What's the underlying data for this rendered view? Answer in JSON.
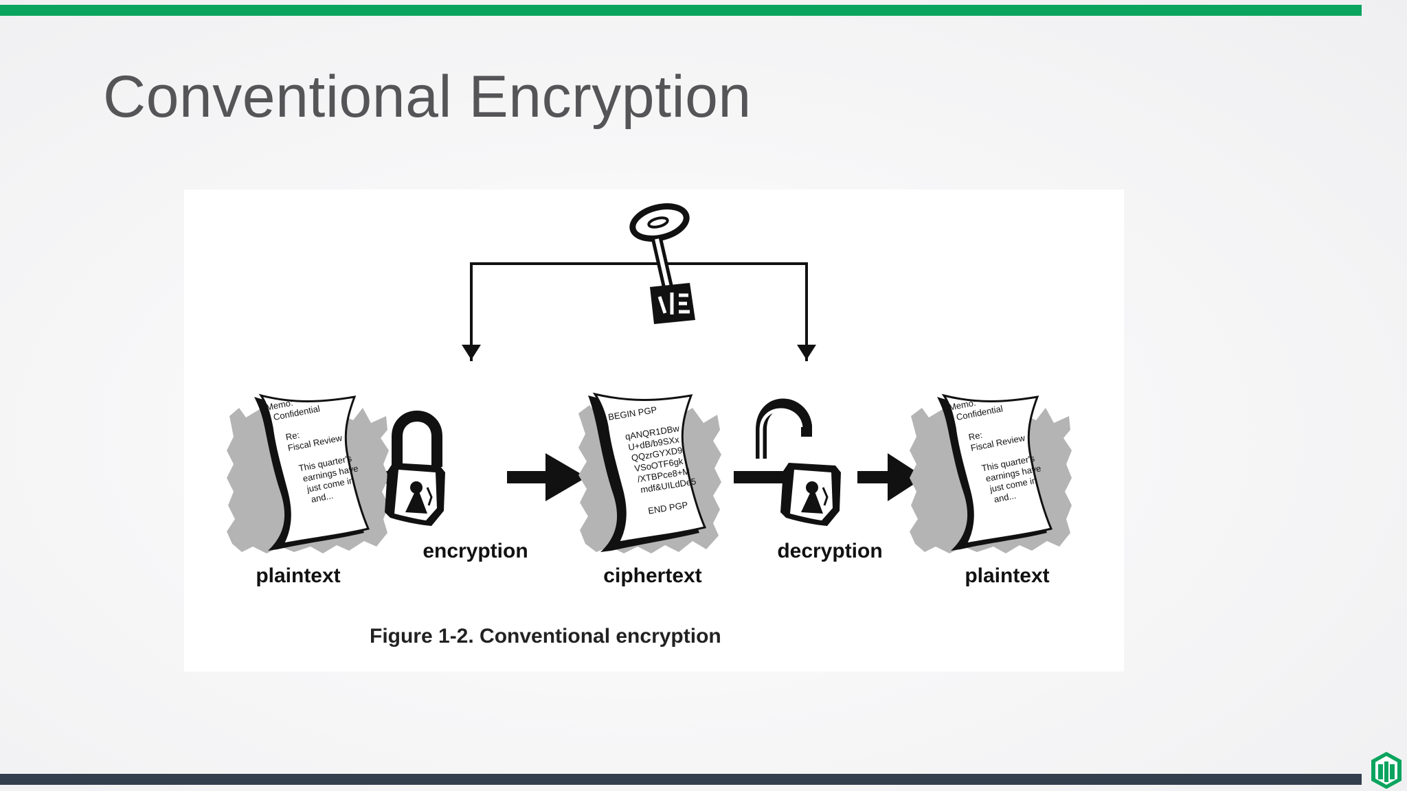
{
  "slide": {
    "title": "Conventional Encryption",
    "accent_color": "#0ba45f",
    "footer_color": "#333f4c"
  },
  "figure": {
    "caption": "Figure 1-2. Conventional encryption",
    "key_icon": "key-icon",
    "labels": {
      "plaintext_left": "plaintext",
      "encryption": "encryption",
      "ciphertext": "ciphertext",
      "decryption": "decryption",
      "plaintext_right": "plaintext"
    },
    "memo_lines": [
      "Memo:",
      "Confidential",
      "",
      "Re:",
      "Fiscal Review",
      "",
      "This quarter's",
      "earnings have",
      "just come in",
      "and..."
    ],
    "cipher_lines": [
      "BEGIN PGP",
      "",
      "qANQR1DBw",
      "U+dB/b9SXx",
      "QQzrGYXD9",
      "VSoOTF6gk",
      "/XTBPce8+M",
      "mdf&UILdDe5",
      "",
      "END PGP"
    ]
  }
}
